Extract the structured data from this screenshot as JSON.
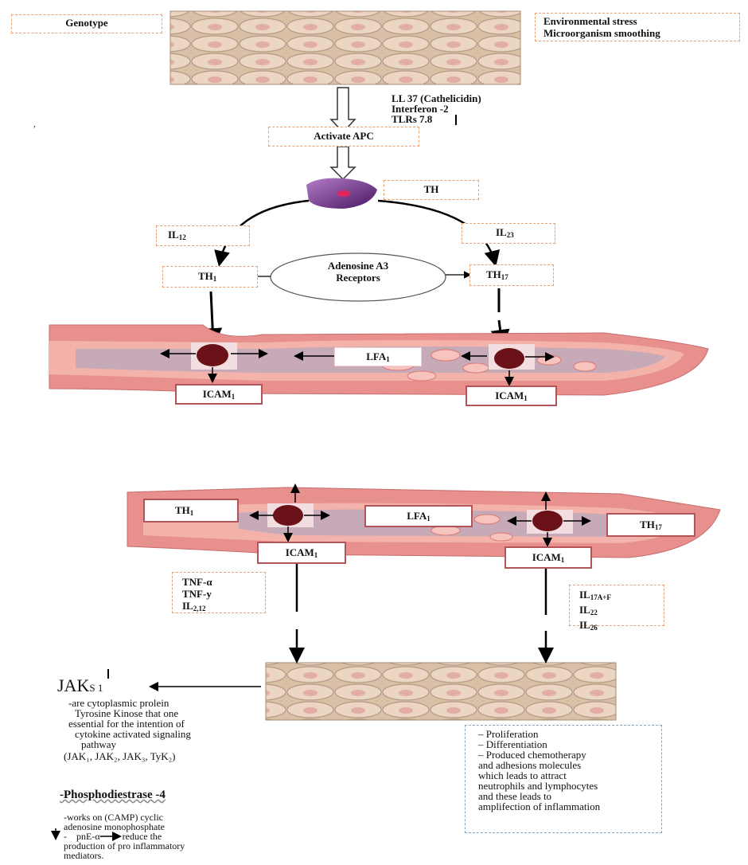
{
  "top": {
    "genotype": "Genotype",
    "environment_line1": "Environmental  stress",
    "environment_line2": "Microorganism smoothing",
    "mediators": [
      "LL 37 (Cathelicidin)",
      "Interferon -2",
      "TLRs 7.8"
    ],
    "stray_mark": ",",
    "activate_apc": "Activate APC",
    "th": "TH",
    "il12": {
      "base": "IL",
      "sub": "12"
    },
    "il23": {
      "base": "IL",
      "sub": "23"
    },
    "th1": {
      "base": "TH",
      "sub": "1"
    },
    "th17": {
      "base": "TH",
      "sub": "17"
    },
    "adenosine_line1": "Adenosine A3",
    "adenosine_line2": "Receptors",
    "lfa1": {
      "base": "LFA",
      "sub": "1"
    },
    "icam_left": {
      "base": "ICAM",
      "sub": "1"
    },
    "icam_right": {
      "base": "ICAM",
      "sub": "1"
    }
  },
  "bottom": {
    "th1": {
      "base": "TH",
      "sub": "1"
    },
    "lfa1": {
      "base": "LFA",
      "sub": "1"
    },
    "th17": {
      "base": "TH",
      "sub": "17"
    },
    "icam_left": {
      "base": "ICAM",
      "sub": "1"
    },
    "icam_right": {
      "base": "ICAM",
      "sub": "1"
    },
    "left_cytokines": [
      {
        "base": "TNF-α",
        "sub": ""
      },
      {
        "base": "TNF-y",
        "sub": ""
      },
      {
        "base": "IL",
        "sub": "2,12"
      }
    ],
    "right_cytokines": [
      {
        "base": "IL",
        "sub": "17A+F"
      },
      {
        "base": "IL",
        "sub": "22"
      },
      {
        "base": "IL",
        "sub": "26"
      }
    ],
    "jak_title": "JAK",
    "jak_sub": "S 1",
    "jak_desc": [
      "-are cytoplasmic prolein",
      "Tyrosine Kinose that one",
      "essential for the intention of",
      "cytokine activated signaling",
      "pathway"
    ],
    "jak_list": "(JAK₁, JAK₂, JAK₃, TyK₂)",
    "pde_title": "-Phosphodiestrase -4",
    "pde_desc": [
      "-works on (CAMP) cyclic",
      "adenosine monophosphate"
    ],
    "pde_line3_a": "-",
    "pde_line3_b": "pnE-α",
    "pde_line3_c": "reduce the",
    "pde_desc2": [
      "production of pro inflammatory",
      "mediators."
    ],
    "outcomes": [
      "–  Proliferation",
      "–  Differentiation",
      "–  Produced chemotherapy",
      "and adhesions molecules",
      "which leads to attract",
      "neutrophils and lymphocytes",
      "and these leads to",
      "amplifection of inflammation"
    ]
  },
  "colors": {
    "dashed_border": "#e8a070",
    "solid_border": "#b3545a",
    "vessel_outer": "#e8908e",
    "vessel_inner": "#c7aab8",
    "cell": "#6a1218",
    "apc": "#7a2d8f",
    "skin": "#e8cdb8"
  }
}
